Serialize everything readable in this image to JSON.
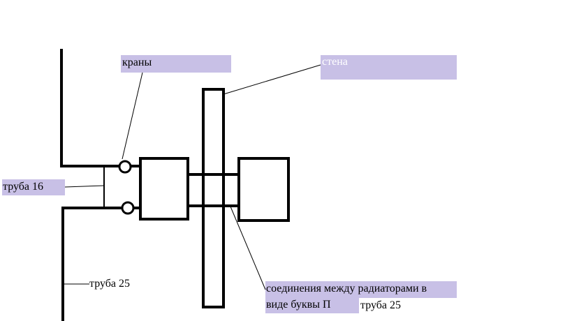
{
  "colors": {
    "line": "#000000",
    "label_highlight": "#c8c0e6",
    "background": "#ffffff"
  },
  "labels": {
    "valves": "краны",
    "wall": "стена",
    "pipe_16": "труба 16",
    "pipe_25_left": "труба 25",
    "connection_line1": "соединения между радиаторами в",
    "connection_line2": "виде буквы П",
    "pipe_25_right": "труба 25"
  }
}
